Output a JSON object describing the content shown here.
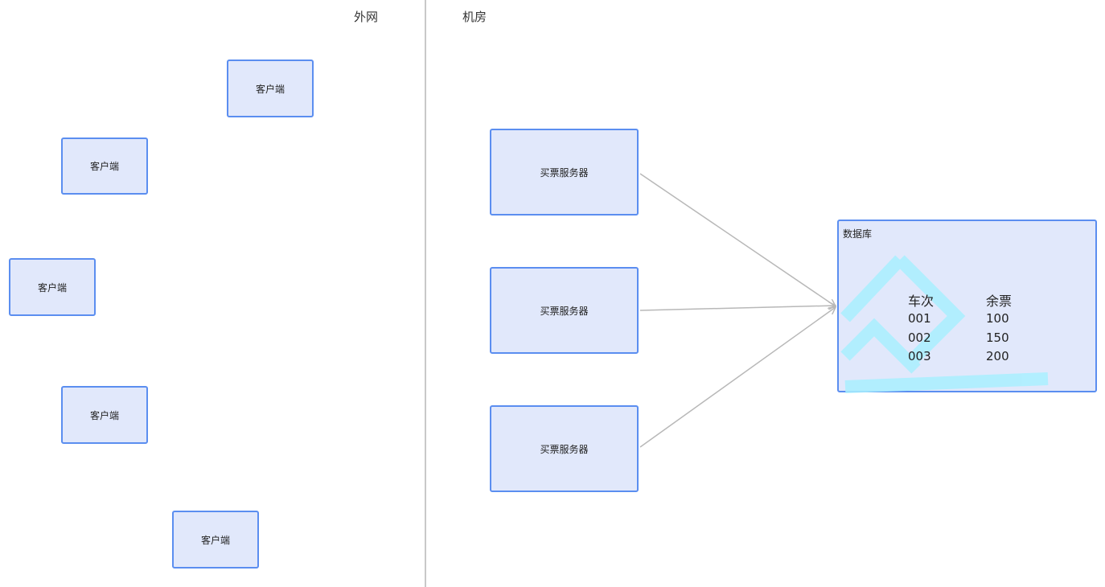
{
  "zones": {
    "external_label": "外网",
    "datacenter_label": "机房"
  },
  "clients": [
    {
      "label": "客户端"
    },
    {
      "label": "客户端"
    },
    {
      "label": "客户端"
    },
    {
      "label": "客户端"
    },
    {
      "label": "客户端"
    }
  ],
  "servers": [
    {
      "label": "买票服务器"
    },
    {
      "label": "买票服务器"
    },
    {
      "label": "买票服务器"
    }
  ],
  "database": {
    "title": "数据库",
    "headers": [
      "车次",
      "余票"
    ],
    "rows": [
      [
        "001",
        "100"
      ],
      [
        "002",
        "150"
      ],
      [
        "003",
        "200"
      ]
    ]
  },
  "colors": {
    "node_fill": "#e1e8fb",
    "node_border": "#5b8ef0",
    "arrow": "#b8b8b8",
    "divider": "#c8c8c8"
  }
}
